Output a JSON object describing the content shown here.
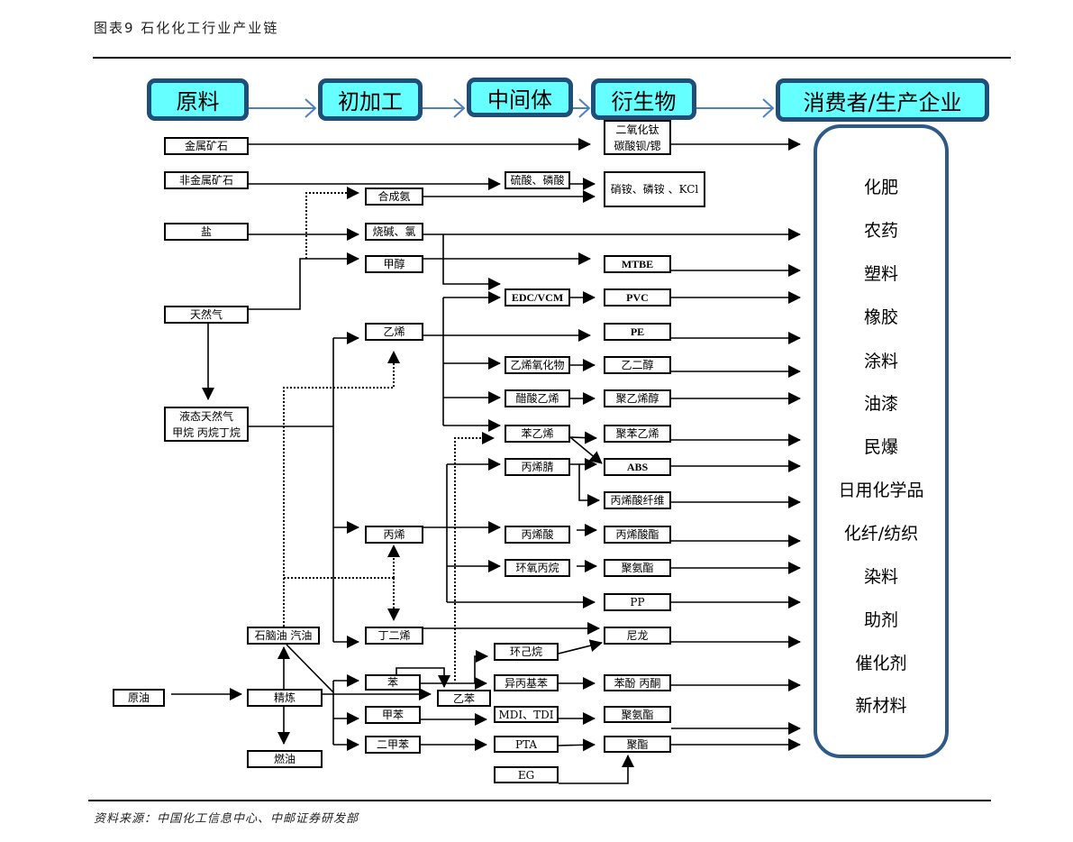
{
  "title": "图表9 石化化工行业产业链",
  "source": "资料来源：中国化工信息中心、中邮证券研发部",
  "stages": [
    "原料",
    "初加工",
    "中间体",
    "衍生物",
    "消费者/生产企业"
  ],
  "colors": {
    "stage_fill": "#66ffff",
    "stage_border": "#1f4e79",
    "stage_arrow": "#4f81bd",
    "consumer_border": "#2e5a88"
  },
  "nodes": {
    "metal_ore": "金属矿石",
    "nonmetal_ore": "非金属矿石",
    "salt": "盐",
    "natural_gas": "天然气",
    "lng": "液态天然气\n甲烷 丙烷丁烷",
    "crude_oil": "原油",
    "naphtha": "石脑油 汽油",
    "refining": "精炼",
    "fuel_oil": "燃油",
    "ammonia": "合成氨",
    "caustic_chlorine": "烧碱、氯",
    "methanol": "甲醇",
    "ethylene": "乙烯",
    "propylene": "丙烯",
    "butadiene": "丁二烯",
    "benzene": "苯",
    "toluene": "甲苯",
    "xylene": "二甲苯",
    "ethylbenzene": "乙苯",
    "acids": "硫酸、磷酸",
    "edc_vcm": "EDC/VCM",
    "ethylene_oxide": "乙烯氧化物",
    "vinyl_acetate": "醋酸乙烯",
    "styrene": "苯乙烯",
    "acrylonitrile": "丙烯腈",
    "acrylic_acid": "丙烯酸",
    "propylene_oxide": "环氧丙烷",
    "cyclohexane": "环己烷",
    "cumene": "异丙基苯",
    "mdi_tdi": "MDI、TDI",
    "pta": "PTA",
    "eg": "EG",
    "tio2": "二氧化钛\n碳酸钡/锶",
    "fertilizer_salts": "硝铵、磷铵 、KCl",
    "mtbe": "MTBE",
    "pvc": "PVC",
    "pe": "PE",
    "glycol": "乙二醇",
    "pva": "聚乙烯醇",
    "polystyrene": "聚苯乙烯",
    "abs": "ABS",
    "acrylic_fiber": "丙烯酸纤维",
    "acrylate": "丙烯酸酯",
    "polyurethane1": "聚氨酯",
    "pp": "PP",
    "nylon": "尼龙",
    "phenol_acetone": "苯酚 丙酮",
    "polyurethane2": "聚氨酯",
    "polyester": "聚酯"
  },
  "consumers": [
    "化肥",
    "农药",
    "塑料",
    "橡胶",
    "涂料",
    "油漆",
    "民爆",
    "日用化学品",
    "化纤/纺织",
    "染料",
    "助剂",
    "催化剂",
    "新材料"
  ]
}
